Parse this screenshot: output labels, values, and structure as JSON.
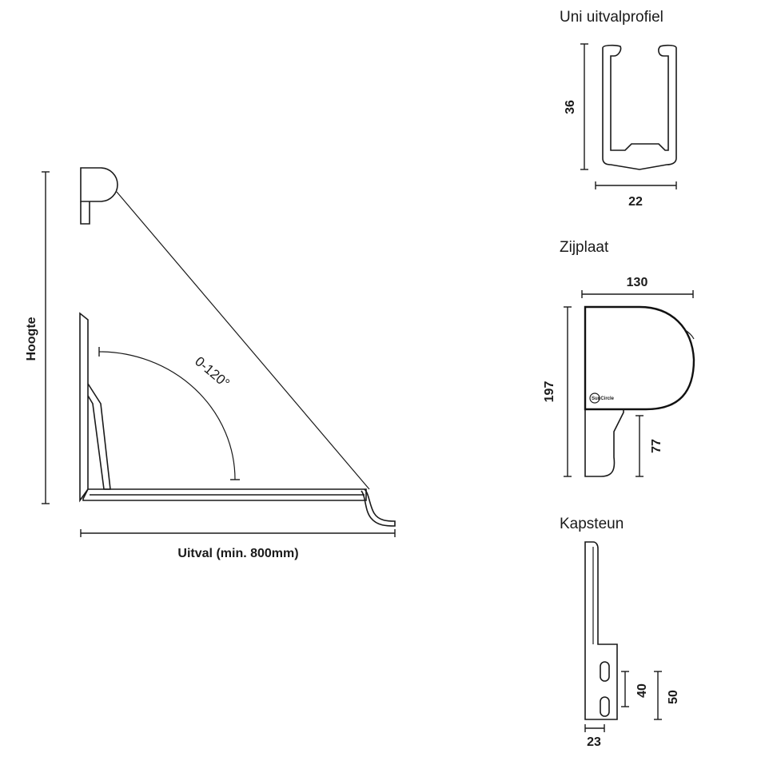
{
  "main_view": {
    "height_label": "Hoogte",
    "angle_label": "0-120°",
    "projection_label": "Uitval (min. 800mm)"
  },
  "profile": {
    "title": "Uni uitvalprofiel",
    "height_dim": "36",
    "width_dim": "22"
  },
  "side_plate": {
    "title": "Zijplaat",
    "width_dim": "130",
    "height_dim": "197",
    "bracket_dim": "77",
    "logo_text": "SunCircle"
  },
  "cap_bracket": {
    "title": "Kapsteun",
    "slot_dim": "40",
    "total_dim": "50",
    "width_dim": "23"
  }
}
